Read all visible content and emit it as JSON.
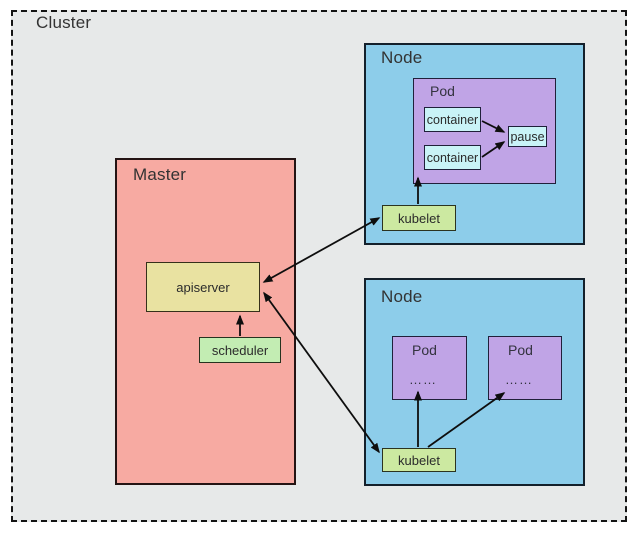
{
  "cluster": {
    "label": "Cluster"
  },
  "master": {
    "label": "Master",
    "apiserver_label": "apiserver",
    "scheduler_label": "scheduler"
  },
  "node1": {
    "label": "Node",
    "pod": {
      "label": "Pod",
      "container1_label": "container",
      "container2_label": "container",
      "pause_label": "pause"
    },
    "kubelet_label": "kubelet"
  },
  "node2": {
    "label": "Node",
    "pod_a": {
      "label": "Pod",
      "dots": "……"
    },
    "pod_b": {
      "label": "Pod",
      "dots": "……"
    },
    "kubelet_label": "kubelet"
  },
  "colors": {
    "cluster_bg": "#e7e9e9",
    "master_bg": "#f7aaa2",
    "node_bg": "#8dcdea",
    "pod_bg": "#c0a4e6",
    "container_bg": "#c9f3f7",
    "pause_bg": "#c9f3f7",
    "kubelet_bg": "#cce9a1",
    "scheduler_bg": "#c3edb3",
    "apiserver_bg": "#e9e2a1",
    "border": "#141414",
    "arrow": "#0e0e0e"
  }
}
